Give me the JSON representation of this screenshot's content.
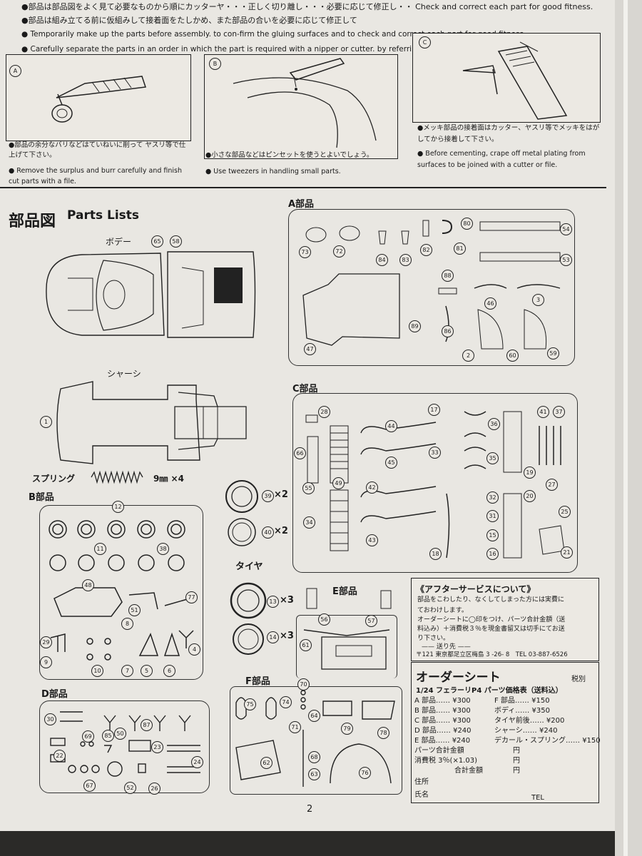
{
  "top_notes": {
    "line1": "●部品は部品図をよく見て必要なものから順にカッターヤ・・・正しく切り離し・・・必要に応じて修正し・・ Check and correct each part for good fitness.",
    "line2": "●部品は組み立てる前に仮組みして接着面をたしかめ、また部品の合いを必要に応じて修正して",
    "line3": "● Temporarily make up the parts before assembly. to con-firm the gluing surfaces and to check and correct each part for good fitness.",
    "line4": "● Carefully separate the parts in an order in which the part is required with a nipper or cutter. by referring to PARTS LIST."
  },
  "panels": [
    {
      "letter": "A",
      "jp": "●部品の余分なバリなどはていねいに削って ヤスリ等で仕上げて下さい。",
      "en": "● Remove the surplus and burr carefully and finish cut parts with a file."
    },
    {
      "letter": "B",
      "jp": "●小さな部品などはピンセットを使うとよいでしょう。",
      "en": "● Use tweezers in handling small parts."
    },
    {
      "letter": "C",
      "jp": "●メッキ部品の接着面はカッター、ヤスリ等でメッキをはがしてから接着して下さい。",
      "en": "● Before cementing, crape off metal plating from surfaces to be joined with a cutter or file."
    }
  ],
  "parts_title": {
    "jp": "部品図",
    "en": "Parts Lists"
  },
  "labels": {
    "body": "ボデー",
    "chassis": "シャーシ",
    "spring": "スプリング",
    "spring_spec": "9㎜ ×4",
    "tire": "タイヤ",
    "a_parts": "A部品",
    "b_parts": "B部品",
    "c_parts": "C部品",
    "d_parts": "D部品",
    "e_parts": "E部品",
    "f_parts": "F部品",
    "x2a": "×2",
    "x2b": "×2",
    "x3a": "×3",
    "x3b": "×3"
  },
  "part_numbers": {
    "body": [
      "65",
      "58"
    ],
    "chassis": [
      "1"
    ],
    "a": [
      "73",
      "72",
      "84",
      "83",
      "82",
      "80",
      "81",
      "54",
      "53",
      "88",
      "46",
      "3",
      "47",
      "89",
      "86",
      "2",
      "60",
      "59"
    ],
    "b": [
      "12",
      "11",
      "38",
      "48",
      "77",
      "51",
      "8",
      "29",
      "9",
      "10",
      "7",
      "5",
      "6",
      "4"
    ],
    "c": [
      "28",
      "17",
      "44",
      "36",
      "41",
      "37",
      "33",
      "66",
      "45",
      "35",
      "19",
      "55",
      "49",
      "42",
      "32",
      "20",
      "27",
      "34",
      "31",
      "25",
      "43",
      "15",
      "18",
      "16",
      "21"
    ],
    "d": [
      "30",
      "87",
      "69",
      "85",
      "50",
      "23",
      "22",
      "24",
      "67",
      "52",
      "26"
    ],
    "e": [
      "56",
      "57",
      "61"
    ],
    "f": [
      "70",
      "75",
      "74",
      "64",
      "71",
      "79",
      "78",
      "62",
      "68",
      "63",
      "76"
    ],
    "tires": [
      "39",
      "40",
      "13",
      "14"
    ]
  },
  "after_service": {
    "title": "《アフターサービスについて》",
    "body1": "部品をこわしたり、なくしてしまった方には実費に",
    "body2": "ておわけします。",
    "body3": "オーダーシートに◯印をつけ、パーツ合計金額（送",
    "body4": "料込み）＋消費税３％を現金書留又は切手にてお送",
    "body5": "り下さい。",
    "send_to": "—— 送り先 ——",
    "address": "〒121 東京都足立区梅島 3 -26- 8　TEL 03-887-6526"
  },
  "order_sheet": {
    "title": "オーダーシート",
    "tax_note": "税別",
    "subtitle": "1/24 フェラーリP4 パーツ価格表（送料込）",
    "left": [
      {
        "name": "A 部品……",
        "price": "¥300"
      },
      {
        "name": "B 部品……",
        "price": "¥300"
      },
      {
        "name": "C 部品……",
        "price": "¥300"
      },
      {
        "name": "D 部品……",
        "price": "¥240"
      },
      {
        "name": "E 部品……",
        "price": "¥240"
      }
    ],
    "right": [
      {
        "name": "F 部品……",
        "price": "¥150"
      },
      {
        "name": "ボディ……",
        "price": "¥350"
      },
      {
        "name": "タイヤ前後……",
        "price": "¥200"
      },
      {
        "name": "シャーシ……",
        "price": "¥240"
      },
      {
        "name": "デカール・スプリング……",
        "price": "¥150"
      }
    ],
    "total_parts": "パーツ合計金額",
    "tax": "消費税 3％(×1.03)",
    "grand_total": "合計金額",
    "yen": "円",
    "address_label": "住所",
    "name_label": "氏名",
    "tel_label": "TEL"
  },
  "page_number": "2"
}
